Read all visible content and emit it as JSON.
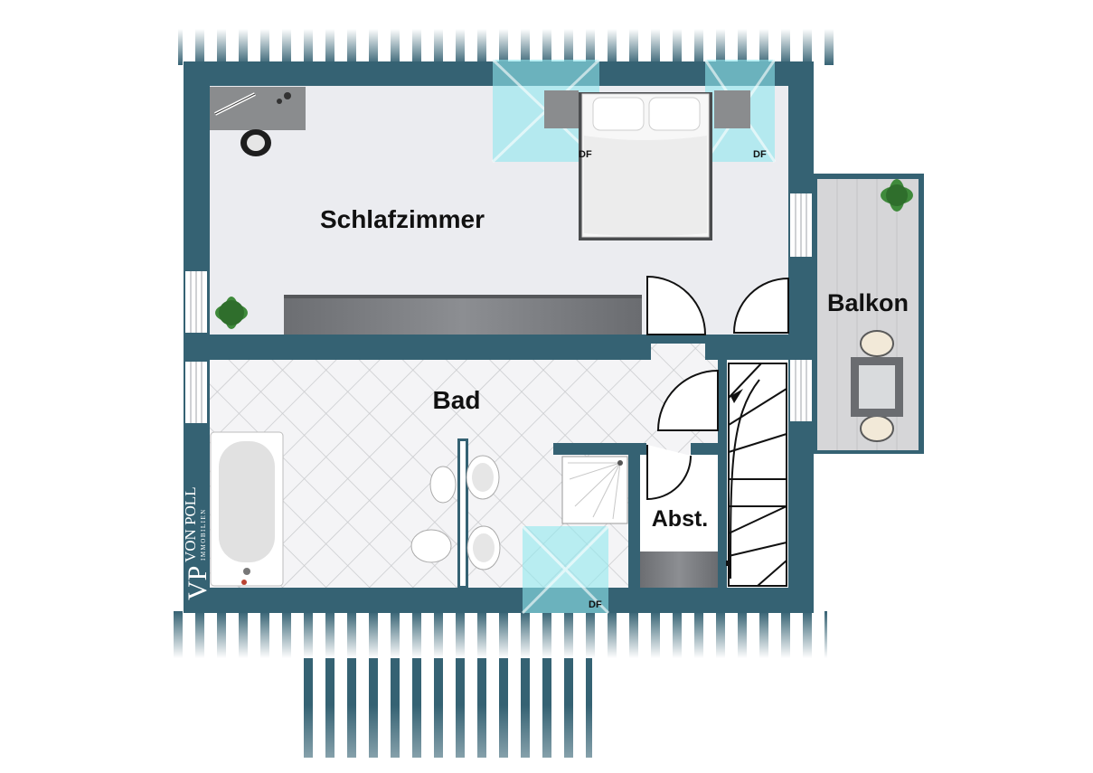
{
  "plan": {
    "rooms": {
      "schlafzimmer": "Schlafzimmer",
      "bad": "Bad",
      "balkon": "Balkon",
      "abst": "Abst."
    },
    "skylights": [
      "DF",
      "DF",
      "DF"
    ],
    "logo": {
      "monogram": "VP",
      "name": "VON POLL",
      "sub": "IMMOBILIEN"
    }
  },
  "colors": {
    "wall": "#356273",
    "floor": "#ebecf0",
    "skylight": "#8fe8ee",
    "balcony_floor": "#d6d6d8",
    "furniture": "#7d7f82"
  }
}
